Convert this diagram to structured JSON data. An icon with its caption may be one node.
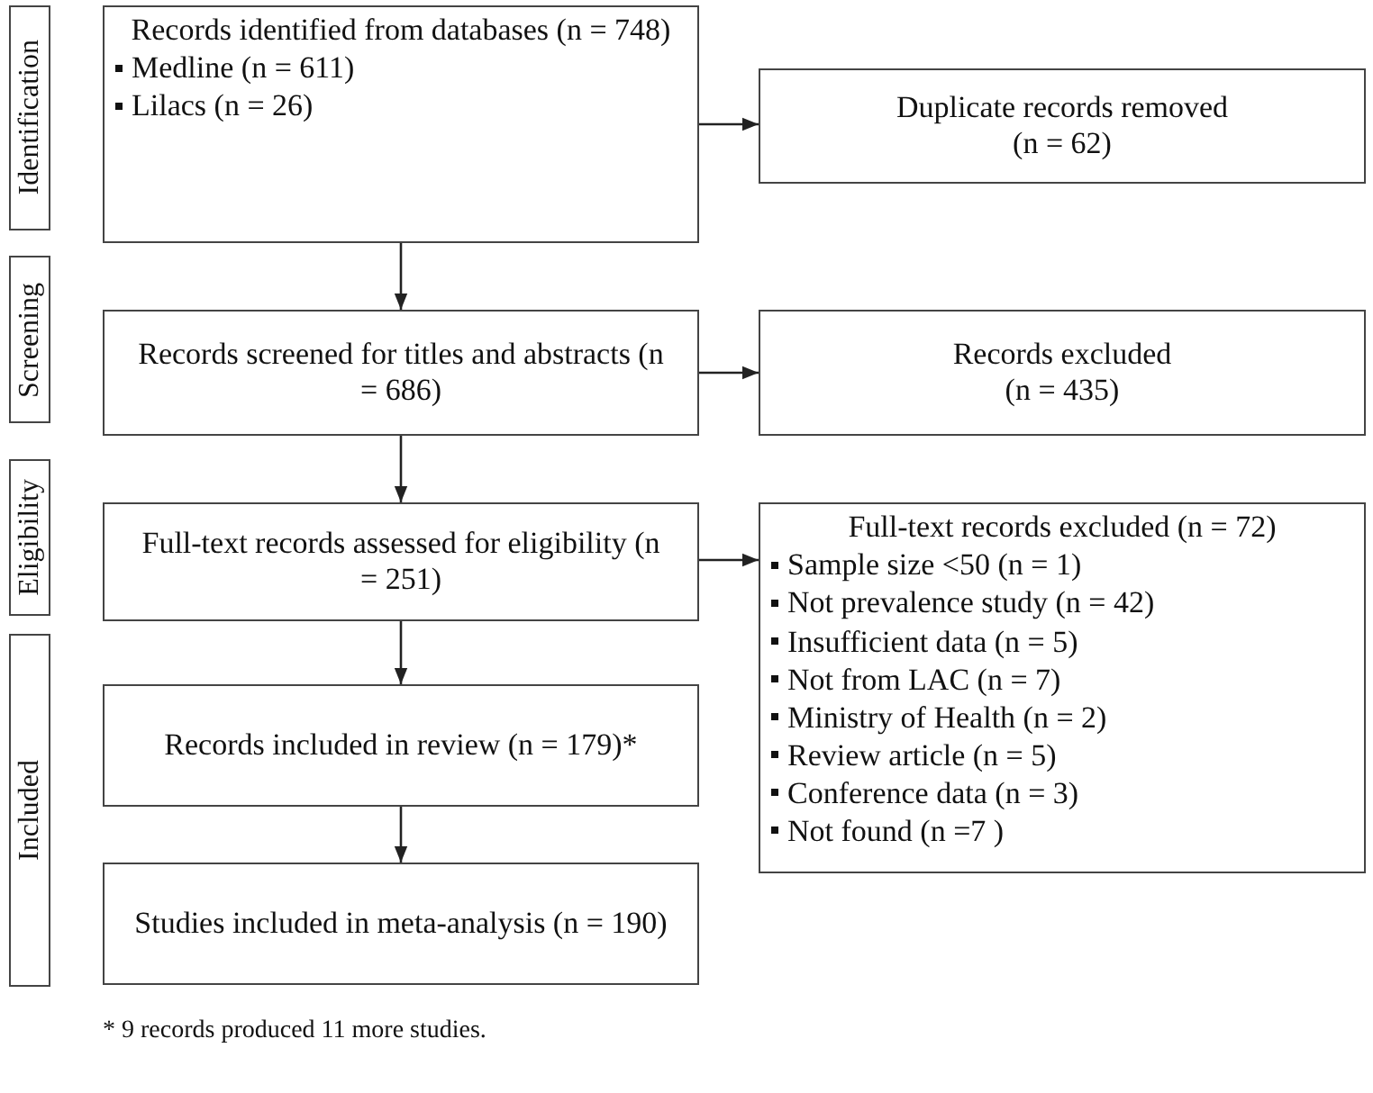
{
  "diagram": {
    "nodes": [
      {
        "text": [
          "Identification"
        ]
      },
      {
        "text": [
          "Records identified from databases (n = 748)",
          "Medline (n = 611)",
          "Lilacs (n = 26)"
        ]
      },
      {
        "text": [
          "Duplicate records removed",
          "(n = 62)"
        ]
      },
      {
        "text": [
          "Screening"
        ]
      },
      {
        "text": [
          "Records screened for titles and abstracts (n = 686)"
        ]
      },
      {
        "text": [
          "Records excluded",
          "(n = 435)"
        ]
      },
      {
        "text": [
          "Eligibility"
        ]
      },
      {
        "text": [
          "Full-text records assessed for eligibility (n = 251)"
        ]
      },
      {
        "text": [
          "Full-text records excluded (n = 72)",
          "Sample size <50 (n = 1)",
          "Not prevalence study (n = 42)",
          "Insufficient data (n = 5)",
          "Not from LAC (n = 7)",
          "Ministry of Health (n = 2)",
          "Review article (n = 5)",
          "Conference data (n = 3)",
          "Not found (n =7 )"
        ]
      },
      {
        "text": [
          "Included"
        ]
      },
      {
        "text": [
          "Records included in review (n = 179)*"
        ]
      },
      {
        "text": [
          "Studies included in meta-analysis (n = 190)"
        ]
      }
    ],
    "edges": [
      {
        "from": 1,
        "to": 2,
        "arrow": "to"
      },
      {
        "from": 1,
        "to": 4,
        "arrow": "to"
      },
      {
        "from": 4,
        "to": 5,
        "arrow": "to"
      },
      {
        "from": 4,
        "to": 7,
        "arrow": "to"
      },
      {
        "from": 7,
        "to": 8,
        "arrow": "to"
      },
      {
        "from": 7,
        "to": 10,
        "arrow": "to"
      },
      {
        "from": 10,
        "to": 11,
        "arrow": "to"
      }
    ],
    "labels": [
      "* 9 records produced 11 more studies."
    ]
  }
}
